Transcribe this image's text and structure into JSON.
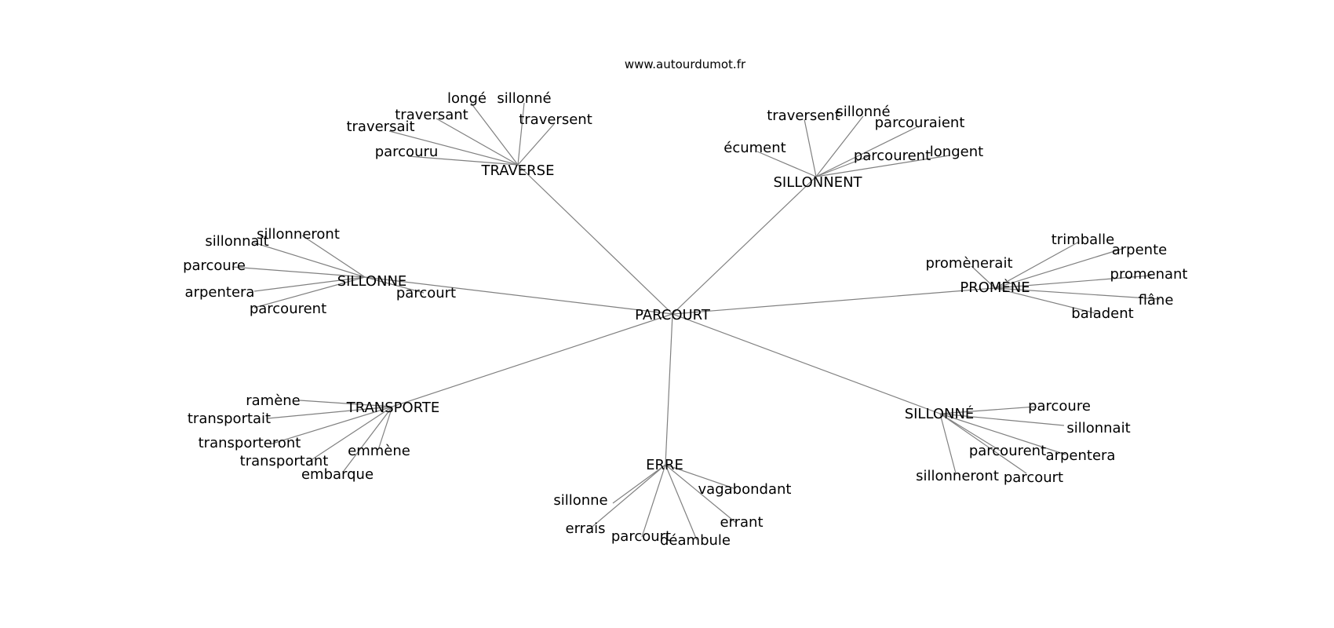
{
  "source": "www.autourdumot.fr",
  "center": "PARCOURT",
  "groups": [
    {
      "label": "TRAVERSE",
      "leaves": [
        "longé",
        "sillonné",
        "traversant",
        "traversent",
        "traversait",
        "parcouru"
      ]
    },
    {
      "label": "SILLONNENT",
      "leaves": [
        "traversent",
        "sillonné",
        "parcouraient",
        "écument",
        "parcourent",
        "longent"
      ]
    },
    {
      "label": "SILLONNE",
      "leaves": [
        "sillonneront",
        "sillonnait",
        "parcoure",
        "arpentera",
        "parcourent",
        "parcourt"
      ]
    },
    {
      "label": "PROMÈNE",
      "leaves": [
        "trimballe",
        "arpente",
        "promènerait",
        "promenant",
        "flâne",
        "baladent"
      ]
    },
    {
      "label": "TRANSPORTE",
      "leaves": [
        "ramène",
        "transportait",
        "transporteront",
        "emmène",
        "transportant",
        "embarque"
      ]
    },
    {
      "label": "ERRE",
      "leaves": [
        "vagabondant",
        "sillonne",
        "errant",
        "errais",
        "parcourt",
        "déambule"
      ]
    },
    {
      "label": "SILLONNÉ",
      "leaves": [
        "parcoure",
        "sillonnait",
        "parcourent",
        "arpentera",
        "sillonneront",
        "parcourt"
      ]
    }
  ]
}
